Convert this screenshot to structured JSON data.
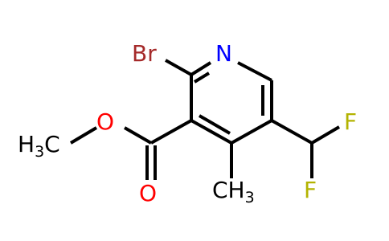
{
  "molecule": {
    "atoms": {
      "bromine": {
        "label": "Br",
        "color": "#a52a2a"
      },
      "nitrogen": {
        "label": "N",
        "color": "#0000ff"
      },
      "fluorine_top": {
        "label": "F",
        "color": "#b3b300"
      },
      "fluorine_bottom": {
        "label": "F",
        "color": "#b3b300"
      },
      "ester_oxygen": {
        "label": "O",
        "color": "#ff0000"
      },
      "carbonyl_oxygen": {
        "label": "O",
        "color": "#ff0000"
      },
      "methoxy_methyl": {
        "main": "H",
        "sub": "3",
        "tail": "C",
        "color": "#000000"
      },
      "ring_methyl": {
        "main": "CH",
        "sub": "3",
        "color": "#000000"
      }
    },
    "bond_color": "#000000"
  }
}
